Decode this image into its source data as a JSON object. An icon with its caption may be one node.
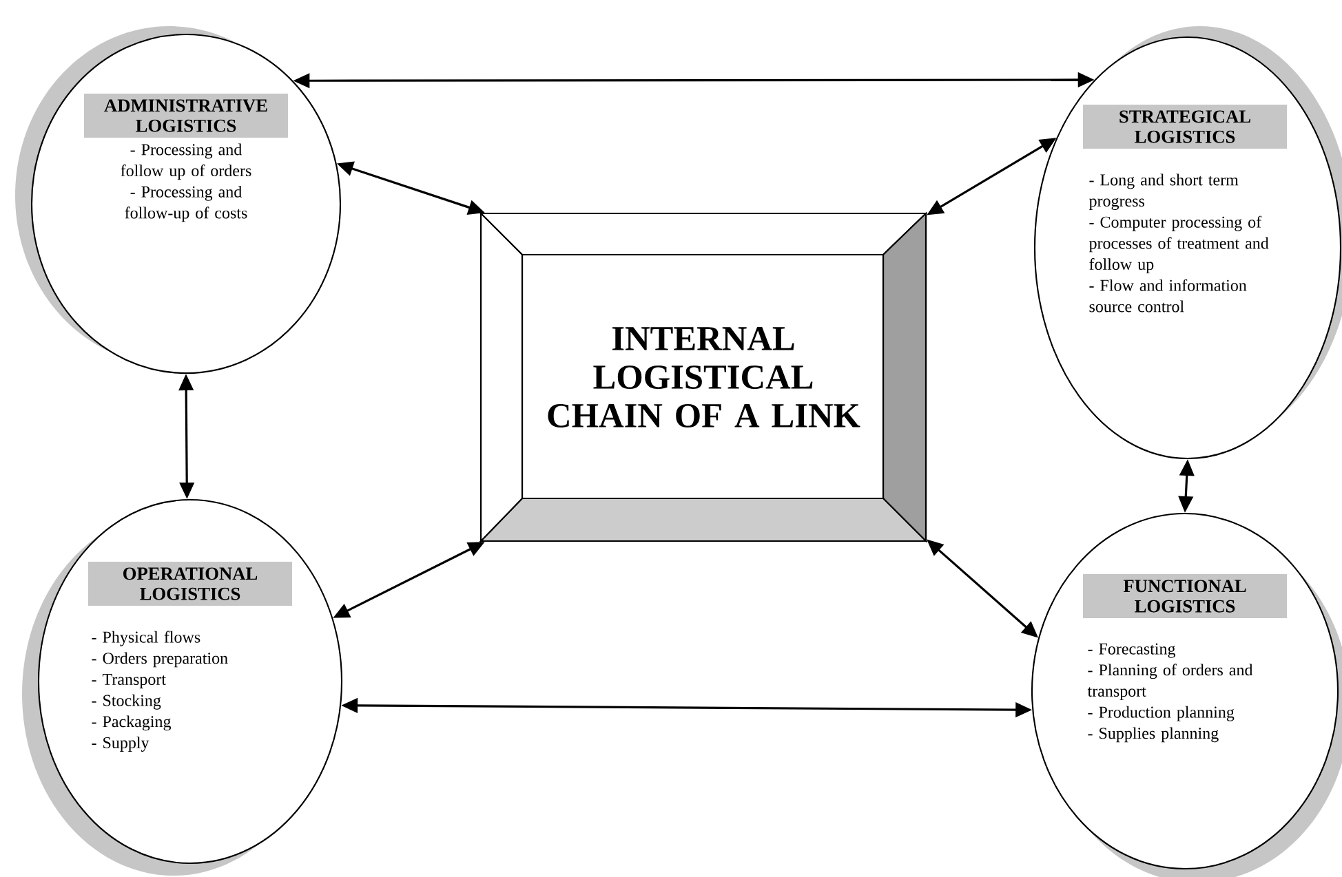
{
  "diagram": {
    "nodes": [
      {
        "text": [
          "ADMINISTRATIVE LOGISTICS",
          "- Processing and follow up of orders",
          "- Processing and follow-up of costs"
        ]
      },
      {
        "text": [
          "STRATEGICAL LOGISTICS",
          "- Long and short term progress",
          "- Computer processing of processes of treatment and follow up",
          "- Flow and information source control"
        ]
      },
      {
        "text": [
          "INTERNAL LOGISTICAL CHAIN OF A LINK"
        ]
      },
      {
        "text": [
          "OPERATIONAL LOGISTICS",
          "- Physical flows",
          "- Orders preparation",
          "- Transport",
          "- Stocking",
          "- Packaging",
          "- Supply"
        ]
      },
      {
        "text": [
          "FUNCTIONAL LOGISTICS",
          "- Forecasting",
          "- Planning of orders and transport",
          "- Production planning",
          "- Supplies planning"
        ]
      }
    ],
    "edges": [
      {
        "from": 0,
        "to": 1,
        "arrow": "both"
      },
      {
        "from": 0,
        "to": 2,
        "arrow": "both"
      },
      {
        "from": 0,
        "to": 3,
        "arrow": "both"
      },
      {
        "from": 1,
        "to": 2,
        "arrow": "both"
      },
      {
        "from": 1,
        "to": 4,
        "arrow": "both"
      },
      {
        "from": 2,
        "to": 3,
        "arrow": "both"
      },
      {
        "from": 2,
        "to": 4,
        "arrow": "both"
      },
      {
        "from": 3,
        "to": 4,
        "arrow": "both"
      }
    ]
  }
}
